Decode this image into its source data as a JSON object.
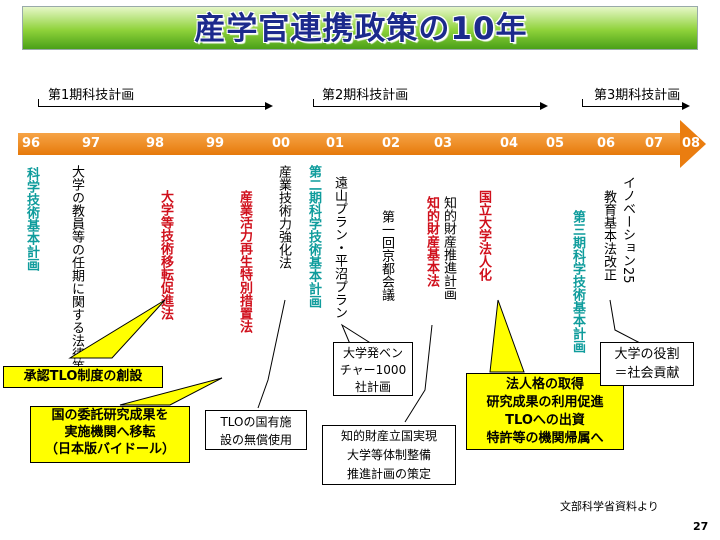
{
  "title": "産学官連携政策の10年",
  "periods": [
    {
      "label": "第1期科技計画"
    },
    {
      "label": "第2期科技計画"
    },
    {
      "label": "第3期科技計画"
    }
  ],
  "years": [
    "96",
    "97",
    "98",
    "99",
    "00",
    "01",
    "02",
    "03",
    "04",
    "05",
    "06",
    "07",
    "08"
  ],
  "events": [
    {
      "text": "科学技術基本計画",
      "color": "#0f9c9c"
    },
    {
      "text": "大学の教員等の任期に関する法律等",
      "color": "#000000"
    },
    {
      "text": "大学等技術移転促進法",
      "color": "#d0101c"
    },
    {
      "text": "産業活力再生特別措置法",
      "color": "#d0101c"
    },
    {
      "text": "産業技術力強化法",
      "color": "#000000"
    },
    {
      "text": "第二期科学技術基本計画",
      "color": "#0f9c9c"
    },
    {
      "text": "遠山プラン・平沼プラン",
      "color": "#000000"
    },
    {
      "text": "第一回京都会議",
      "color": "#000000"
    },
    {
      "text": "知的財産推進計画",
      "color": "#000000"
    },
    {
      "text": "知的財産基本法",
      "color": "#d0101c"
    },
    {
      "text": "国立大学法人化",
      "color": "#d0101c"
    },
    {
      "text": "第三期科学技術基本計画",
      "color": "#0f9c9c"
    },
    {
      "text": "教育基本法改正",
      "color": "#000000"
    },
    {
      "text": "イノベーション25",
      "color": "#000000"
    }
  ],
  "callouts": {
    "tlo_approval": "承認TLO制度の創設",
    "bayh_dole": "国の委託研究成果を\n実施機関へ移転\n（日本版バイドール）",
    "tlo_national": "TLOの国有施\n設の無償使用",
    "venture": "大学発ベン\nチャー1000\n社計画",
    "ip_nation": "知的財産立国実現\n大学等体制整備\n推進計画の策定",
    "incorporation": "法人格の取得\n研究成果の利用促進\nTLOへの出資\n特許等の機関帰属へ",
    "univ_role": "大学の役割\n＝社会貢献"
  },
  "source_note": "文部科学省資料より",
  "page_number": "27",
  "colors": {
    "teal": "#0f9c9c",
    "red": "#d0101c",
    "orange": "#e6790a",
    "callout_yellow": "#ffff00",
    "title_text": "#1c2a8c"
  }
}
